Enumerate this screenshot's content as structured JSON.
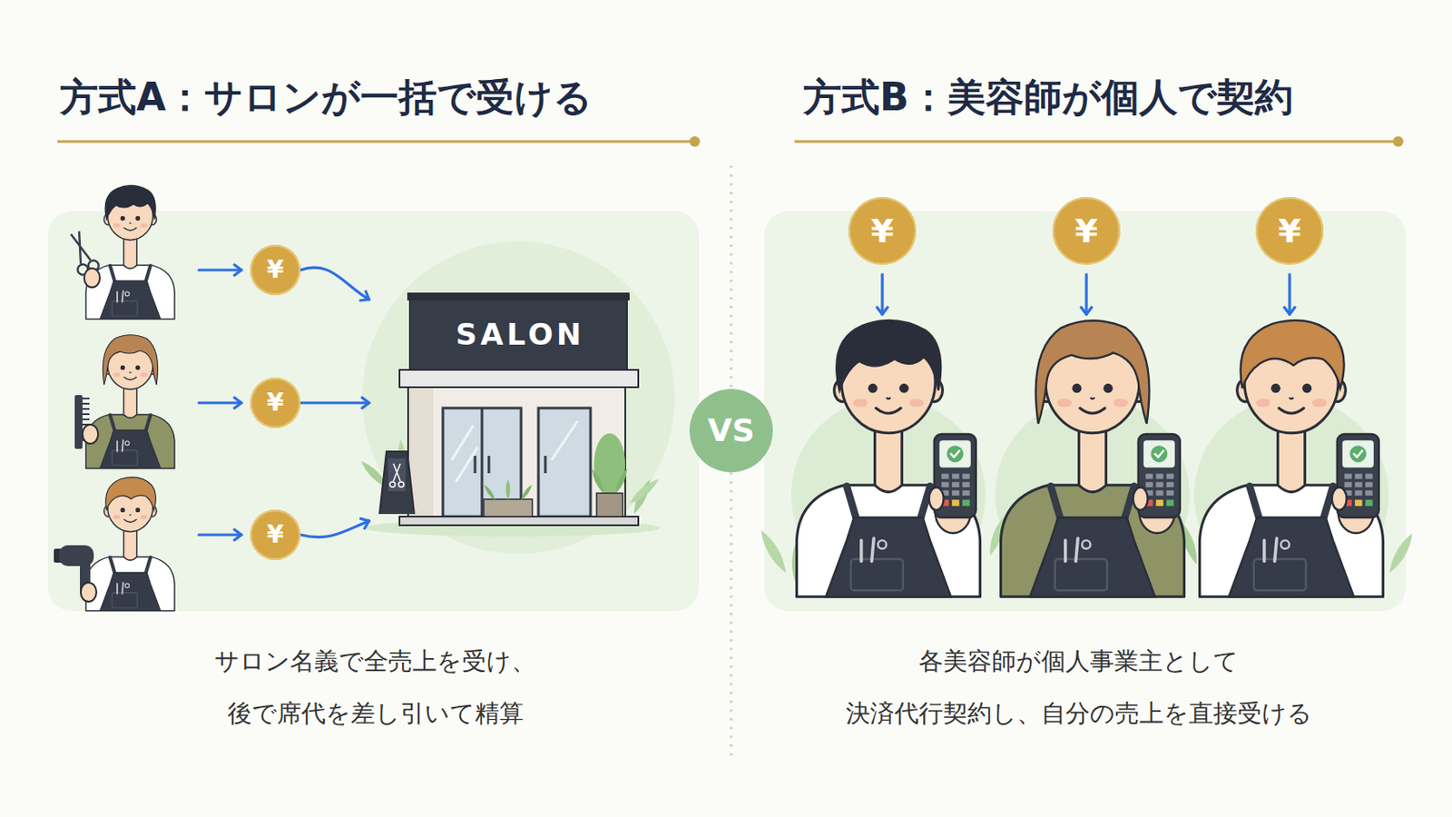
{
  "diagram": {
    "nodes": [
      {
        "text": [
          "方式A：サロンが一括で受ける",
          "サロン名義で全売上を受け、 後で席代を差し引いて精算"
        ]
      },
      {
        "text": [
          "¥"
        ],
        "in": 0
      },
      {
        "text": [
          "¥"
        ],
        "in": 0
      },
      {
        "text": [
          "¥"
        ],
        "in": 0
      },
      {
        "text": [
          "SALON"
        ],
        "in": 0
      },
      {
        "text": [
          "VS"
        ]
      },
      {
        "text": [
          "方式B：美容師が個人で契約",
          "各美容師が個人事業主として 決済代行契約し、自分の売上を直接受ける"
        ]
      },
      {
        "text": [
          "¥"
        ],
        "in": 6
      },
      {
        "text": [
          "¥"
        ],
        "in": 6
      },
      {
        "text": [
          "¥"
        ],
        "in": 6
      }
    ],
    "edges": [
      {
        "from": 1,
        "to": 4,
        "arrow": "to"
      },
      {
        "from": 2,
        "to": 4,
        "arrow": "to"
      },
      {
        "from": 3,
        "to": 4,
        "arrow": "to"
      }
    ]
  }
}
